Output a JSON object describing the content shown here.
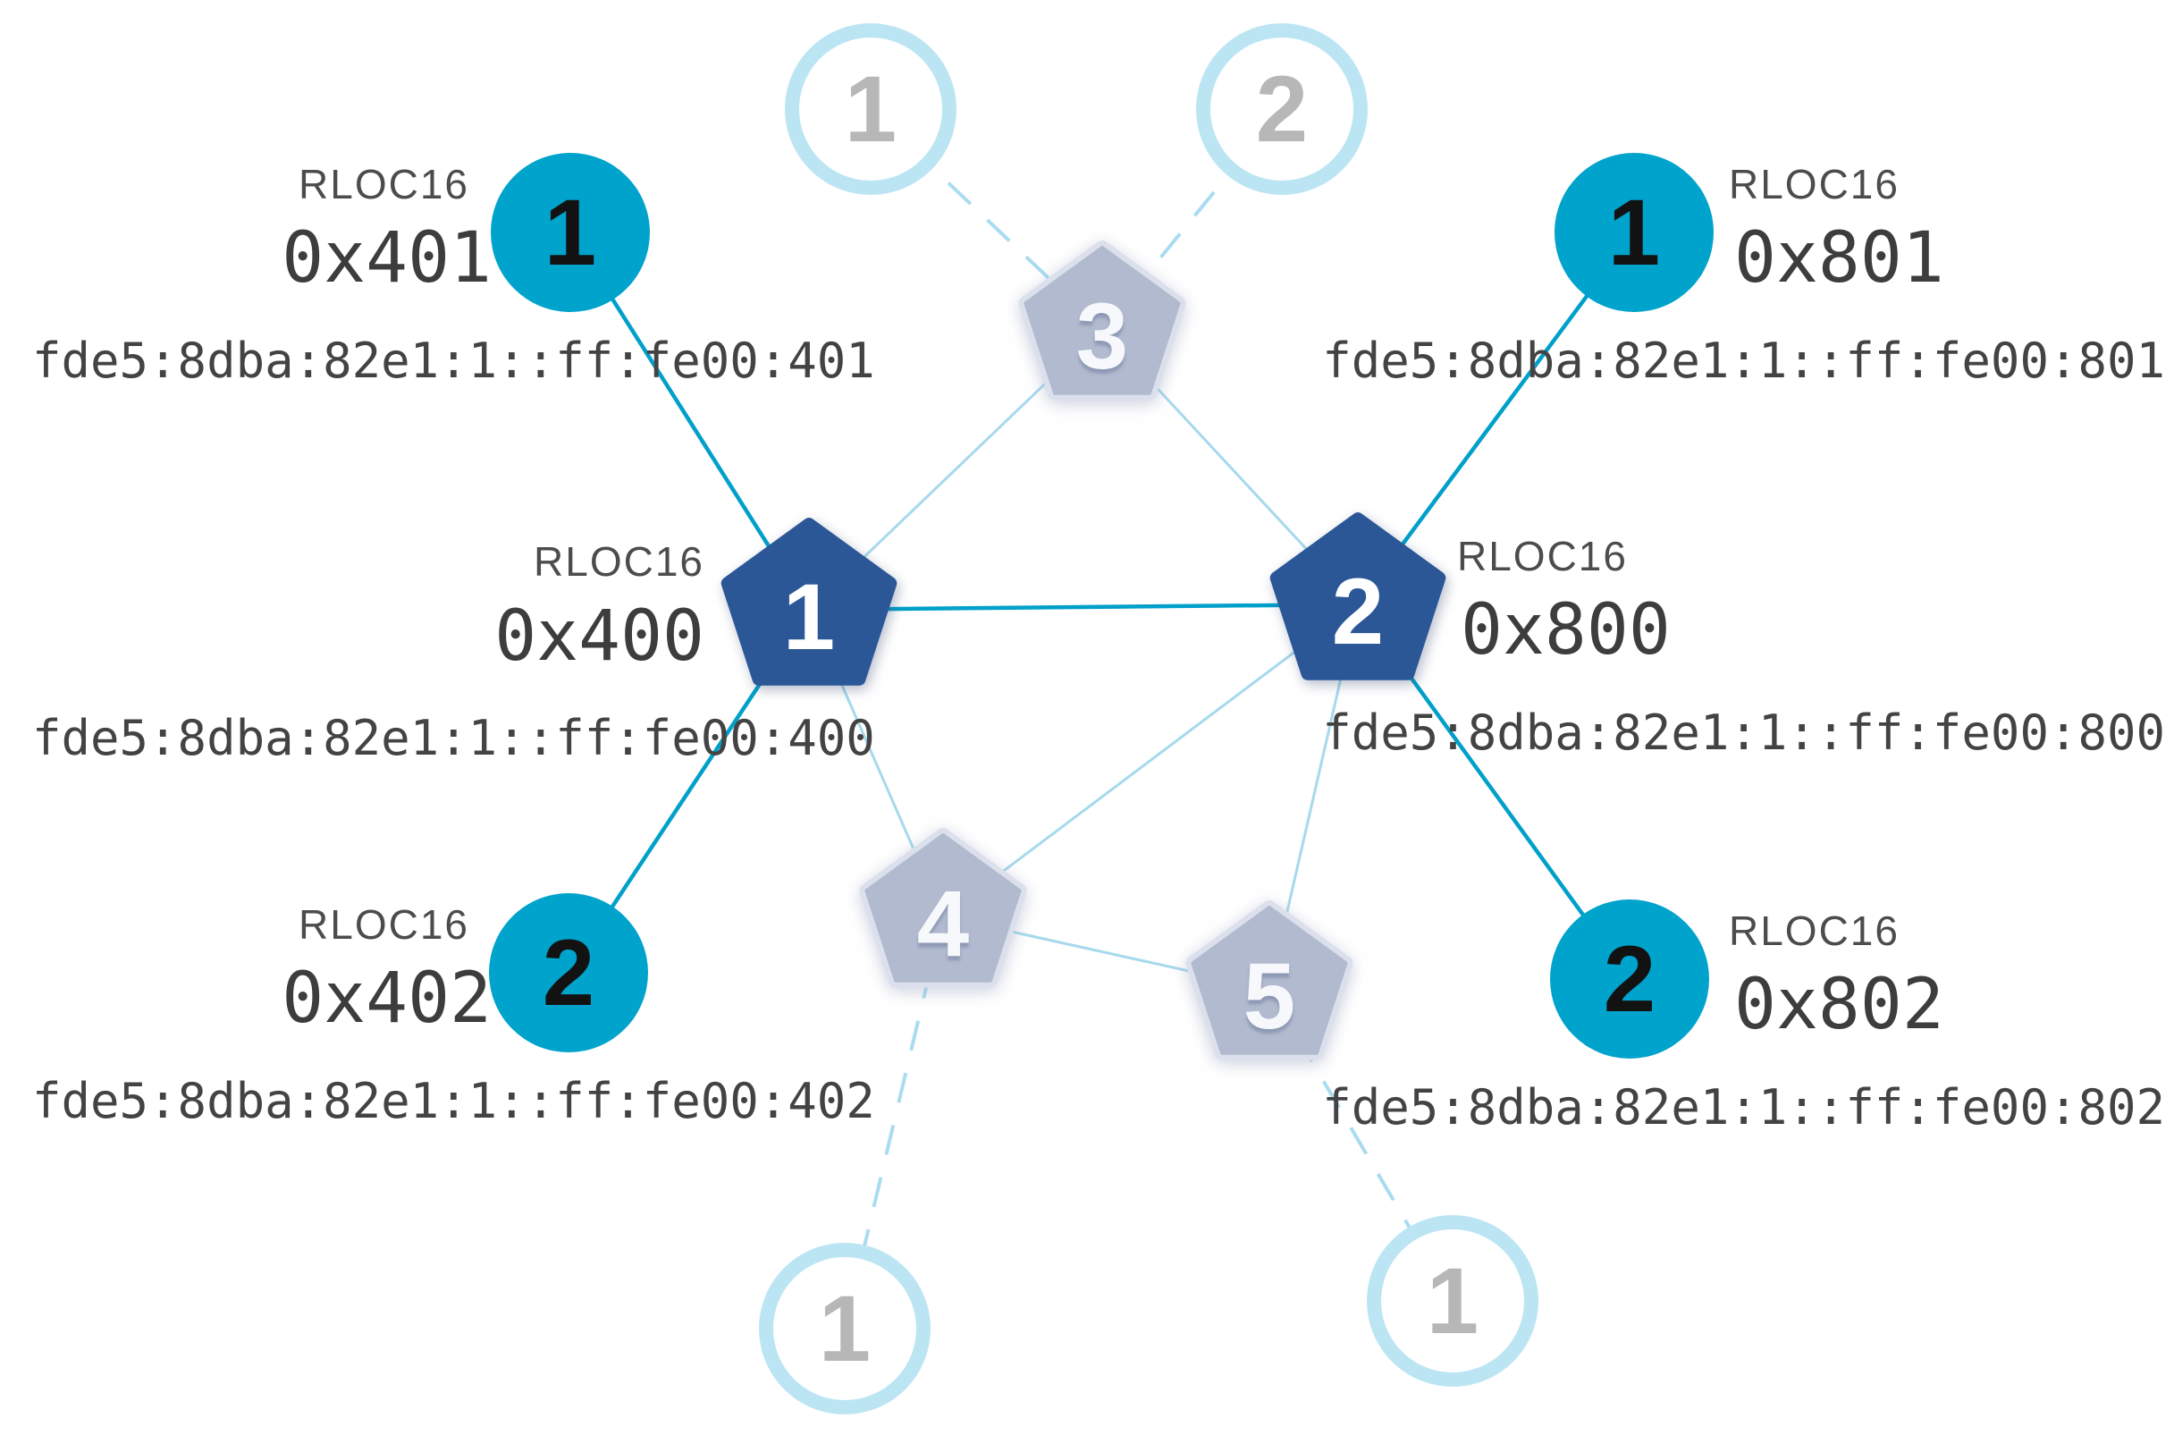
{
  "diagram": {
    "title": "thread-mesh-network-topology",
    "clusters": {
      "top_left": {
        "rloc_title": "RLOC16",
        "rloc16": "0x401",
        "ipv6": "fde5:8dba:82e1:1::ff:fe00:401"
      },
      "mid_left": {
        "rloc_title": "RLOC16",
        "rloc16": "0x400",
        "ipv6": "fde5:8dba:82e1:1::ff:fe00:400"
      },
      "bottom_left": {
        "rloc_title": "RLOC16",
        "rloc16": "0x402",
        "ipv6": "fde5:8dba:82e1:1::ff:fe00:402"
      },
      "top_right": {
        "rloc_title": "RLOC16",
        "rloc16": "0x801",
        "ipv6": "fde5:8dba:82e1:1::ff:fe00:801"
      },
      "mid_right": {
        "rloc_title": "RLOC16",
        "rloc16": "0x800",
        "ipv6": "fde5:8dba:82e1:1::ff:fe00:800"
      },
      "bottom_right": {
        "rloc_title": "RLOC16",
        "rloc16": "0x802",
        "ipv6": "fde5:8dba:82e1:1::ff:fe00:802"
      }
    },
    "nodes": {
      "router_1": {
        "number": "1",
        "kind": "router-active"
      },
      "router_2": {
        "number": "2",
        "kind": "router-active"
      },
      "router_3": {
        "number": "3",
        "kind": "router-inactive"
      },
      "router_4": {
        "number": "4",
        "kind": "router-inactive"
      },
      "router_5": {
        "number": "5",
        "kind": "router-inactive"
      },
      "child_401": {
        "number": "1",
        "kind": "child-active"
      },
      "child_402": {
        "number": "2",
        "kind": "child-active"
      },
      "child_801": {
        "number": "1",
        "kind": "child-active"
      },
      "child_802": {
        "number": "2",
        "kind": "child-active"
      },
      "child_t1": {
        "number": "1",
        "kind": "child-inactive"
      },
      "child_t2": {
        "number": "2",
        "kind": "child-inactive"
      },
      "child_b1": {
        "number": "1",
        "kind": "child-inactive"
      },
      "child_b2": {
        "number": "1",
        "kind": "child-inactive"
      }
    },
    "edges": [
      {
        "from": "child_401",
        "to": "router_1",
        "style": "active"
      },
      {
        "from": "child_402",
        "to": "router_1",
        "style": "active"
      },
      {
        "from": "router_1",
        "to": "router_2",
        "style": "active"
      },
      {
        "from": "child_801",
        "to": "router_2",
        "style": "active"
      },
      {
        "from": "child_802",
        "to": "router_2",
        "style": "active"
      },
      {
        "from": "router_1",
        "to": "router_3",
        "style": "mesh"
      },
      {
        "from": "router_2",
        "to": "router_3",
        "style": "mesh"
      },
      {
        "from": "router_1",
        "to": "router_4",
        "style": "mesh"
      },
      {
        "from": "router_2",
        "to": "router_4",
        "style": "mesh"
      },
      {
        "from": "router_2",
        "to": "router_5",
        "style": "mesh"
      },
      {
        "from": "router_4",
        "to": "router_5",
        "style": "mesh"
      },
      {
        "from": "child_t1",
        "to": "router_3",
        "style": "stale"
      },
      {
        "from": "child_t2",
        "to": "router_3",
        "style": "stale"
      },
      {
        "from": "router_4",
        "to": "child_b1",
        "style": "stale"
      },
      {
        "from": "router_5",
        "to": "child_b2",
        "style": "stale"
      }
    ],
    "colors": {
      "router_active": "#2b5797",
      "router_muted_fill": "#b1bace",
      "router_muted_rim": "#dbe0ec",
      "child_active": "#00a3cc",
      "child_muted_ring": "#bce5f4",
      "link_active": "#00a0ca",
      "link_mesh": "#a6d9ee",
      "link_stale": "#a9dcf0",
      "num_on_active": "#121212",
      "num_muted": "#b7b7b7",
      "num_on_router": "#ffffff",
      "text_caption": "#4c4c4c",
      "text_hex": "#3d3d3d",
      "text_ipv6": "#434343"
    }
  }
}
